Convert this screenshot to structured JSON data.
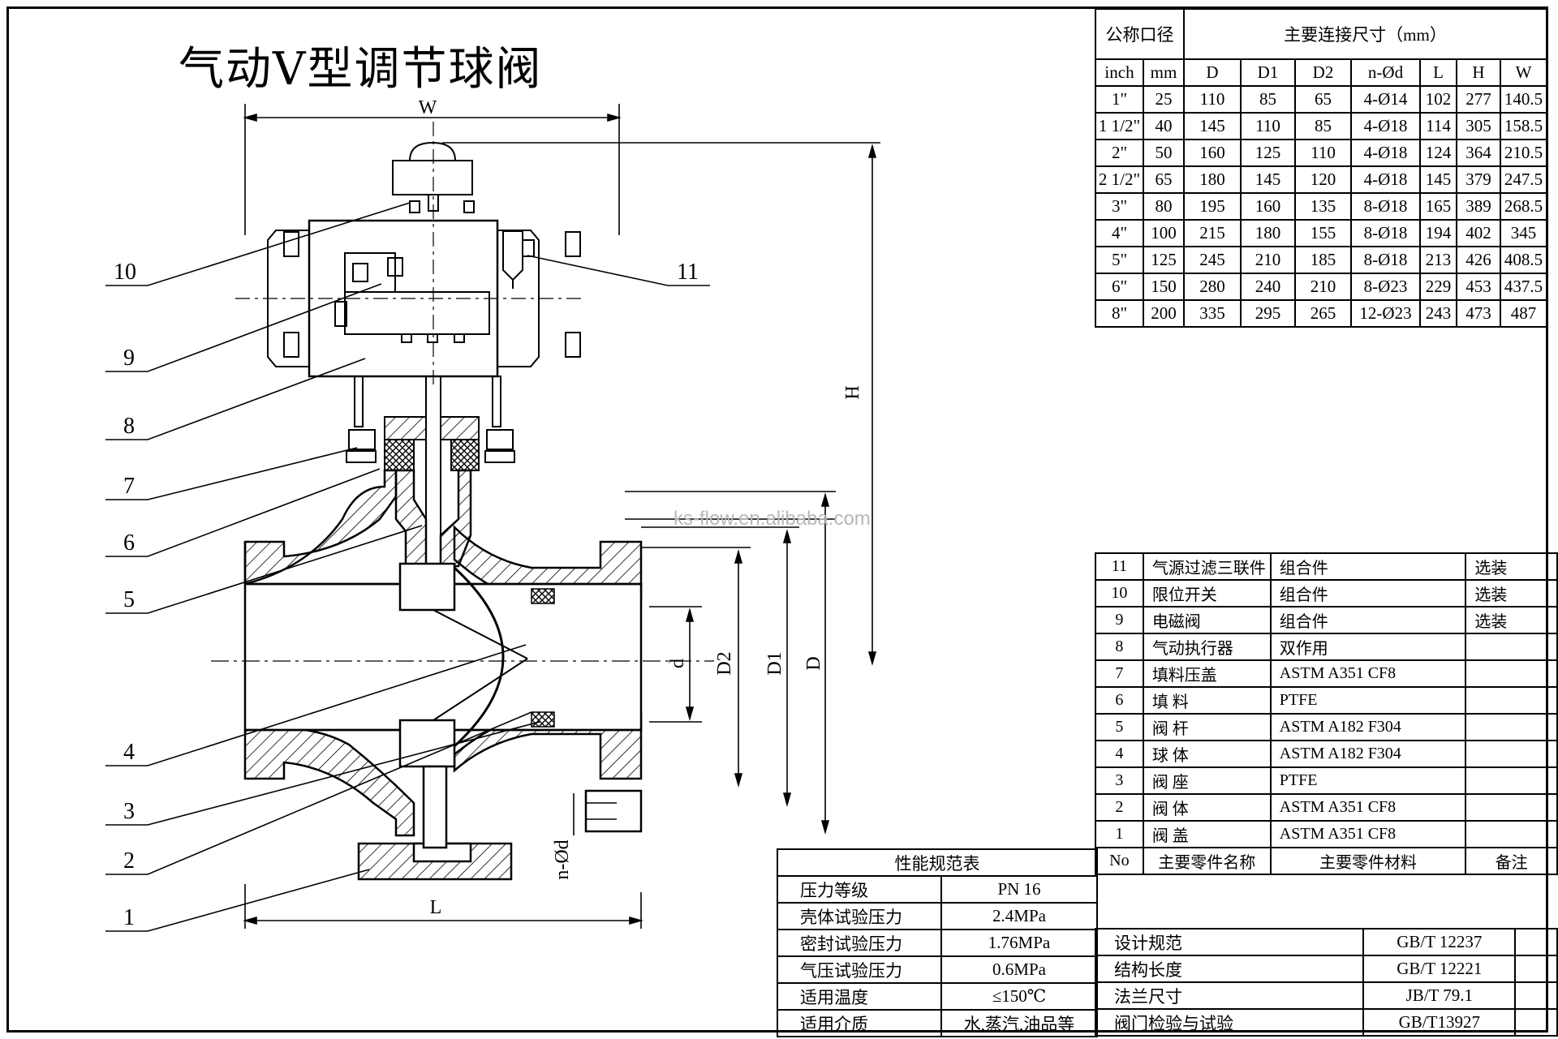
{
  "title": "气动V型调节球阀",
  "watermark": "ks-flow.en.alibaba.com",
  "drawing": {
    "dim_labels": {
      "W": "W",
      "H": "H",
      "L": "L",
      "D": "D",
      "D1": "D1",
      "D2": "D2",
      "d": "d",
      "nd": "n-Ød"
    },
    "callouts": [
      "1",
      "2",
      "3",
      "4",
      "5",
      "6",
      "7",
      "8",
      "9",
      "10",
      "11"
    ]
  },
  "dimensions_table": {
    "group_left": "公称口径",
    "group_right": "主要连接尺寸（mm）",
    "columns": [
      "inch",
      "mm",
      "D",
      "D1",
      "D2",
      "n-Ød",
      "L",
      "H",
      "W"
    ],
    "rows": [
      [
        "1\"",
        "25",
        "110",
        "85",
        "65",
        "4-Ø14",
        "102",
        "277",
        "140.5"
      ],
      [
        "1 1/2\"",
        "40",
        "145",
        "110",
        "85",
        "4-Ø18",
        "114",
        "305",
        "158.5"
      ],
      [
        "2\"",
        "50",
        "160",
        "125",
        "110",
        "4-Ø18",
        "124",
        "364",
        "210.5"
      ],
      [
        "2 1/2\"",
        "65",
        "180",
        "145",
        "120",
        "4-Ø18",
        "145",
        "379",
        "247.5"
      ],
      [
        "3\"",
        "80",
        "195",
        "160",
        "135",
        "8-Ø18",
        "165",
        "389",
        "268.5"
      ],
      [
        "4\"",
        "100",
        "215",
        "180",
        "155",
        "8-Ø18",
        "194",
        "402",
        "345"
      ],
      [
        "5\"",
        "125",
        "245",
        "210",
        "185",
        "8-Ø18",
        "213",
        "426",
        "408.5"
      ],
      [
        "6\"",
        "150",
        "280",
        "240",
        "210",
        "8-Ø23",
        "229",
        "453",
        "437.5"
      ],
      [
        "8\"",
        "200",
        "335",
        "295",
        "265",
        "12-Ø23",
        "243",
        "473",
        "487"
      ]
    ]
  },
  "parts_table": {
    "rows": [
      [
        "11",
        "气源过滤三联件",
        "组合件",
        "选装"
      ],
      [
        "10",
        "限位开关",
        "组合件",
        "选装"
      ],
      [
        "9",
        "电磁阀",
        "组合件",
        "选装"
      ],
      [
        "8",
        "气动执行器",
        "双作用",
        ""
      ],
      [
        "7",
        "填料压盖",
        "ASTM A351 CF8",
        ""
      ],
      [
        "6",
        "填 料",
        "PTFE",
        ""
      ],
      [
        "5",
        "阀 杆",
        "ASTM A182 F304",
        ""
      ],
      [
        "4",
        "球 体",
        "ASTM A182 F304",
        ""
      ],
      [
        "3",
        "阀 座",
        "PTFE",
        ""
      ],
      [
        "2",
        "阀 体",
        "ASTM A351 CF8",
        ""
      ],
      [
        "1",
        "阀 盖",
        "ASTM A351 CF8",
        ""
      ]
    ],
    "header": [
      "No",
      "主要零件名称",
      "主要零件材料",
      "备注"
    ]
  },
  "performance_table": {
    "title": "性能规范表",
    "rows": [
      [
        "压力等级",
        "PN 16"
      ],
      [
        "壳体试验压力",
        "2.4MPa"
      ],
      [
        "密封试验压力",
        "1.76MPa"
      ],
      [
        "气压试验压力",
        "0.6MPa"
      ],
      [
        "适用温度",
        "≤150℃"
      ],
      [
        "适用介质",
        "水,蒸汽,油品等"
      ]
    ]
  },
  "standards_table": {
    "rows": [
      [
        "设计规范",
        "GB/T 12237"
      ],
      [
        "结构长度",
        "GB/T 12221"
      ],
      [
        "法兰尺寸",
        "JB/T 79.1"
      ],
      [
        "阀门检验与试验",
        "GB/T13927"
      ]
    ]
  }
}
